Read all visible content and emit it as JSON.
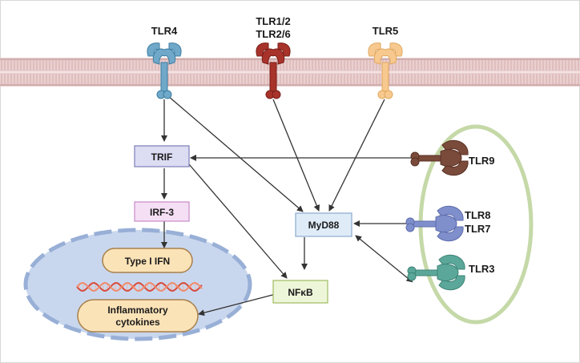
{
  "receptors": {
    "tlr4": {
      "label": "TLR4",
      "color": "#6fa8c8",
      "dark": "#3f7ea3"
    },
    "tlr12": {
      "line1": "TLR1/2",
      "line2": "TLR2/6",
      "color": "#a8332b",
      "dark": "#7a1f19"
    },
    "tlr5": {
      "label": "TLR5",
      "color": "#f7c98e",
      "dark": "#e0a862"
    },
    "tlr9": {
      "label": "TLR9",
      "color": "#7a4a3a",
      "dark": "#5a3326"
    },
    "tlr87": {
      "line1": "TLR8",
      "line2": "TLR7",
      "color": "#7f8fcc",
      "dark": "#5d6bab"
    },
    "tlr3": {
      "label": "TLR3",
      "color": "#5ba89a",
      "dark": "#3d8275"
    }
  },
  "nodes": {
    "trif": "TRIF",
    "irf3": "IRF-3",
    "myd88": "MyD88",
    "nfkb": "NFκB",
    "type1ifn": "Type I IFN",
    "cytokines_line1": "Inflammatory",
    "cytokines_line2": "cytokines"
  },
  "colors": {
    "membrane": "#e8c7c7",
    "membrane_line": "#b88d8d",
    "nucleus_fill": "#c9d7ee",
    "nucleus_border": "#98afd6",
    "endosome": "#c5d9a8",
    "trif_fill": "#dcdcf3",
    "trif_border": "#7d7db8",
    "irf3_fill": "#f5dff5",
    "irf3_border": "#c78ac7",
    "myd88_fill": "#dfecf8",
    "myd88_border": "#8aa9cc",
    "nfkb_fill": "#eef6d9",
    "nfkb_border": "#9fba62",
    "pill_fill": "#fbe3b8",
    "pill_border": "#a8804a",
    "arrow": "#333333",
    "dna_a": "#d84a3a",
    "dna_b": "#f08a6a"
  }
}
